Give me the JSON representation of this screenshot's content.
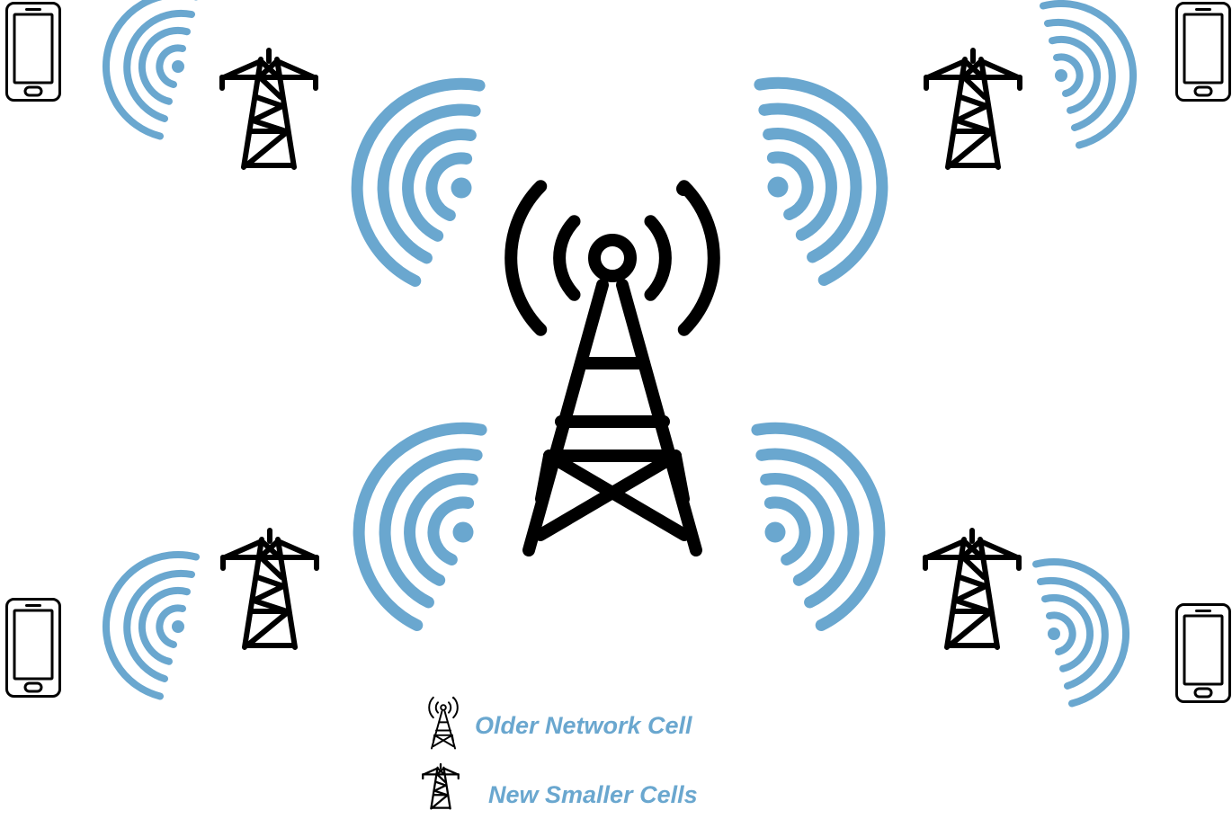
{
  "diagram": {
    "colors": {
      "signal": "#6aa7cf",
      "ink": "#000000",
      "background": "#ffffff"
    },
    "central_tower": {
      "icon": "cell-tower-broadcast-icon"
    },
    "small_cells": [
      {
        "id": "top-left",
        "icon": "transmission-tower-icon"
      },
      {
        "id": "top-right",
        "icon": "transmission-tower-icon"
      },
      {
        "id": "bottom-left",
        "icon": "transmission-tower-icon"
      },
      {
        "id": "bottom-right",
        "icon": "transmission-tower-icon"
      }
    ],
    "phones": [
      {
        "id": "top-left",
        "icon": "smartphone-icon"
      },
      {
        "id": "top-right",
        "icon": "smartphone-icon"
      },
      {
        "id": "bottom-left",
        "icon": "smartphone-icon"
      },
      {
        "id": "bottom-right",
        "icon": "smartphone-icon"
      }
    ],
    "legend": {
      "items": [
        {
          "label": "Older Network Cell",
          "icon": "cell-tower-broadcast-icon"
        },
        {
          "label": "New Smaller Cells",
          "icon": "transmission-tower-icon"
        }
      ]
    }
  }
}
